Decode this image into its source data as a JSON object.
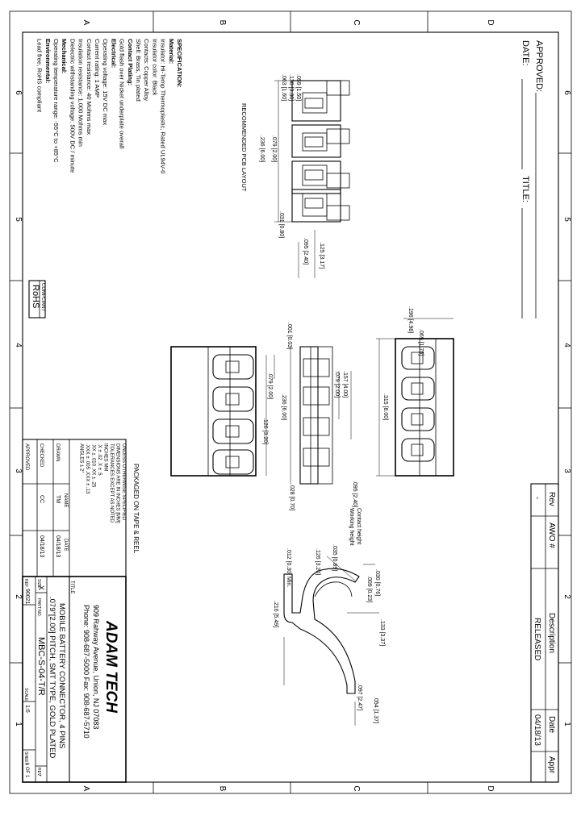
{
  "border": {
    "cols_top": [
      "A",
      "B",
      "C",
      "D"
    ],
    "rows_right": [
      "6",
      "5",
      "4",
      "3",
      "2",
      "1"
    ]
  },
  "header": {
    "approved_label": "APPROVED:",
    "date_label": "DATE:",
    "title_label": "TITLE:"
  },
  "rev_table": {
    "headers": [
      "Rev",
      "AWO #",
      "Description",
      "Date",
      "Appr"
    ],
    "row": {
      "rev": "-",
      "awo": "",
      "description": "RELEASED",
      "date": "04/18/13",
      "appr": ""
    }
  },
  "spec": {
    "lines": [
      "SPECIFICATION:",
      "Material:",
      "Insulator: Hi-Temp Thermoplastic, Rated UL94V-0",
      "Insulator color: Black",
      "Contacts: Copper Alloy",
      "Shell: Brass, Tin plated",
      "Contact Plating:",
      "Gold flash over Nickel underplate overall",
      "Electrical:",
      "Operating voltage: 15V DC max",
      "Current rating: 1 AMP",
      "Contact resistance: 40 Mohms max",
      "Insulation resistance: 1,000 Mohms min",
      "Dielectric withstanding voltage: 500V DC / minute",
      "Mechanical:",
      "Operating temperature range: -55°C to +85°C",
      "Environmental:",
      "Lead free, RoHS compliant"
    ]
  },
  "rohs": {
    "main": "RoHS",
    "sub": "COMPLIANT"
  },
  "notes": {
    "recommended_pcb": "RECOMMENDED PCB LAYOUT",
    "packaged": "PACKAGED ON TAPE & REEL",
    "contact_height": "Contact height",
    "working_height": "Working height"
  },
  "dims": {
    "top": [
      ".059 [1.50]",
      ".130 [3.30]",
      ".063 [1.60]",
      ".079 [2.00]",
      ".236 [6.00]",
      ".031 [0.80]",
      ".095 [2.40]",
      ".125 [3.17]"
    ],
    "mid": [
      ".196 [4.98]",
      ".069 [1.75]",
      ".315 [8.00]",
      ".236 [6.00]",
      ".157 [4.00]",
      ".079 [2.00]",
      ".001 [0.03]",
      ".028 [0.70]",
      ".095 [2.40]",
      ".126 [3.20]",
      ".079 [2.00]"
    ],
    "side": [
      ".030 [0.76]",
      ".035 [0.89]",
      ".126 [3.20]",
      ".012 [0.30] Min.",
      ".009 [0.23]",
      ".133 [3.37]",
      ".054 [1.37]",
      ".097 [2.47]",
      ".216 [5.49]"
    ]
  },
  "tolerances": {
    "lines": [
      "UNLESS OTHERWISE SPECIFIED",
      "DIMENSIONS ARE IN INCHES [MM]",
      "TOLERANCES EXCEPT AS NOTED",
      "INCHES           MM",
      ".X   ± .02    .X   ± .5",
      ".XX  ± .010   .XX  ± .25",
      ".XXX ± .005   .XXX ± .13",
      "ANGLES ± 2°"
    ],
    "rows": [
      {
        "label": "DRAWN",
        "who": "TM",
        "date": "04/18/13"
      },
      {
        "label": "CHECKED",
        "who": "CC",
        "date": "04/18/13"
      },
      {
        "label": "APPROVED",
        "who": "",
        "date": ""
      }
    ],
    "name_label": "NAME",
    "date_label": "DATE"
  },
  "title_block": {
    "company": "ADAM TECH",
    "address": "909 Rahway Avenue, Union, NJ 07083",
    "phone": "Phone: 908-687-5000 Fax: 908-687-5710",
    "title_label": "TITLE",
    "title1": "MOBILE BATTERY CONNECTOR, 4 PINS",
    "title2": ".079\"[2.00] PITCH, SMT TYPE, GOLD PLATED",
    "size_label": "SIZE",
    "size": "X",
    "part_label": "PART NO.",
    "part": "MBC-S-04-T/R",
    "rev_label": "REV",
    "rev": "-",
    "ref_label": "REF.",
    "ref": "90021",
    "scale_label": "SCALE",
    "scale": "1:6",
    "sheet_label": "SHEET",
    "sheet": "1 OF 1"
  }
}
